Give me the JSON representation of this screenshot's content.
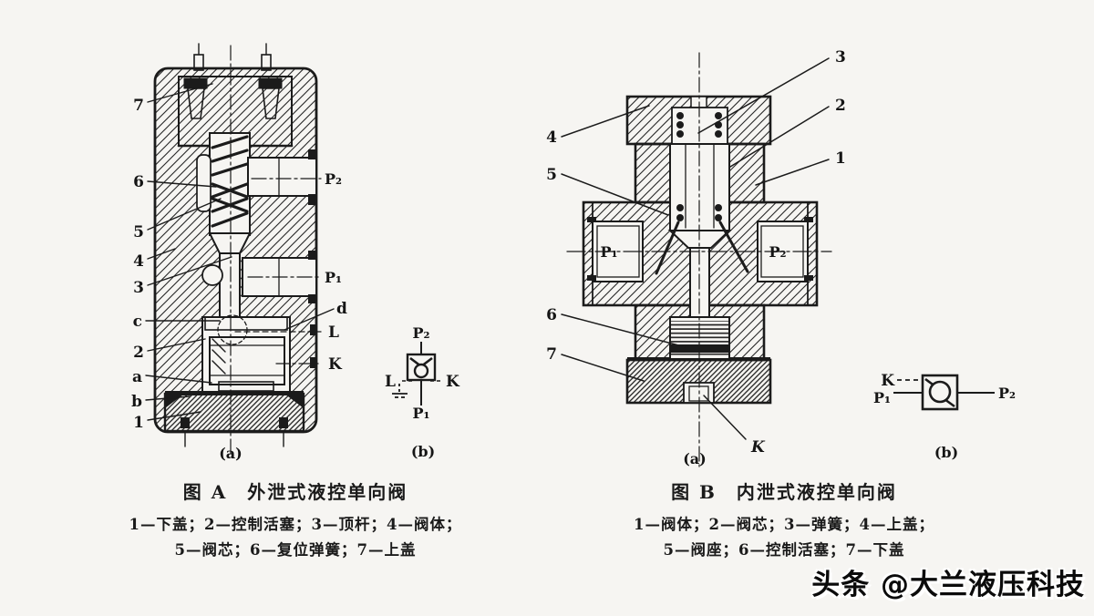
{
  "figure_a": {
    "title": "图 A　外泄式液控单向阀",
    "parts_line1": "1—下盖；2—控制活塞；3—顶杆；4—阀体；",
    "parts_line2": "5—阀芯；6—复位弹簧；7—上盖",
    "view_label": "(a)",
    "labels": {
      "n7": "7",
      "n6": "6",
      "n5": "5",
      "n4": "4",
      "n3": "3",
      "nc": "c",
      "n2": "2",
      "na": "a",
      "nb": "b",
      "n1": "1",
      "d": "d",
      "L": "L",
      "K": "K",
      "P2": "P₂",
      "P1": "P₁"
    },
    "symbol": {
      "top": "P₂",
      "bottom": "P₁",
      "left": "L",
      "right": "K",
      "view_label": "(b)"
    }
  },
  "figure_b": {
    "title": "图 B　内泄式液控单向阀",
    "parts_line1": "1—阀体；2—阀芯；3—弹簧；4—上盖；",
    "parts_line2": "5—阀座；6—控制活塞；7—下盖",
    "view_label": "(a)",
    "labels": {
      "n3": "3",
      "n2": "2",
      "n1": "1",
      "n4": "4",
      "n5": "5",
      "n6": "6",
      "n7": "7",
      "K": "K",
      "P1": "P₁",
      "P2": "P₂"
    },
    "symbol": {
      "left_pilot": "K",
      "left": "P₁",
      "right": "P₂",
      "view_label": "(b)"
    }
  },
  "watermark": {
    "text": "头条 @大兰液压科技"
  },
  "colors": {
    "paper": "#f6f5f2",
    "ink": "#1b1b1b"
  }
}
